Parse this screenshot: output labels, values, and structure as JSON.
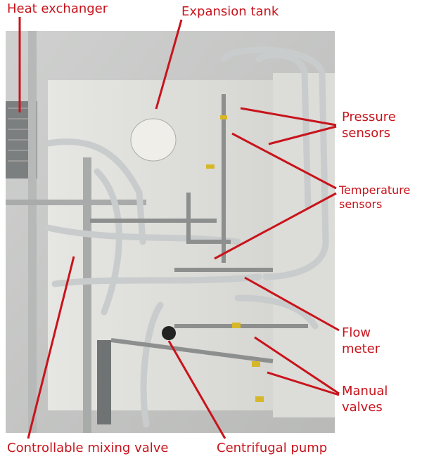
{
  "labels": {
    "heat_exchanger": "Heat exchanger",
    "expansion_tank": "Expansion tank",
    "pressure_sensors": [
      "Pressure",
      "sensors"
    ],
    "temperature_sensors": [
      "Temperature",
      "sensors"
    ],
    "flow_meter": [
      "Flow",
      "meter"
    ],
    "manual_valves": [
      "Manual",
      "valves"
    ],
    "mixing_valve": "Controllable mixing valve",
    "centrifugal_pump": "Centrifugal pump"
  },
  "colors": {
    "annotation": "#c8141c"
  }
}
